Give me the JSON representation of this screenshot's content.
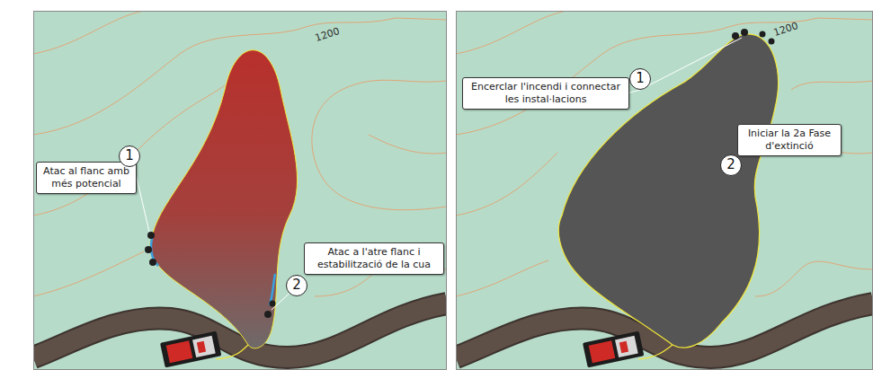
{
  "diagram": {
    "nodes": [
      {
        "text": [
          "Atac al flanc amb més potencial"
        ]
      },
      {
        "text": [
          "1"
        ]
      },
      {
        "text": [
          "Atac a l'atre flanc i estabilització de la cua"
        ]
      },
      {
        "text": [
          "2"
        ]
      },
      {
        "text": [
          "Encerclar l'incendi i connectar les instal·lacions"
        ]
      },
      {
        "text": [
          "1"
        ]
      },
      {
        "text": [
          "Iniciar la 2a Fase d'extinció"
        ]
      },
      {
        "text": [
          "2"
        ]
      }
    ],
    "labels": [
      "1200",
      "1200"
    ]
  }
}
